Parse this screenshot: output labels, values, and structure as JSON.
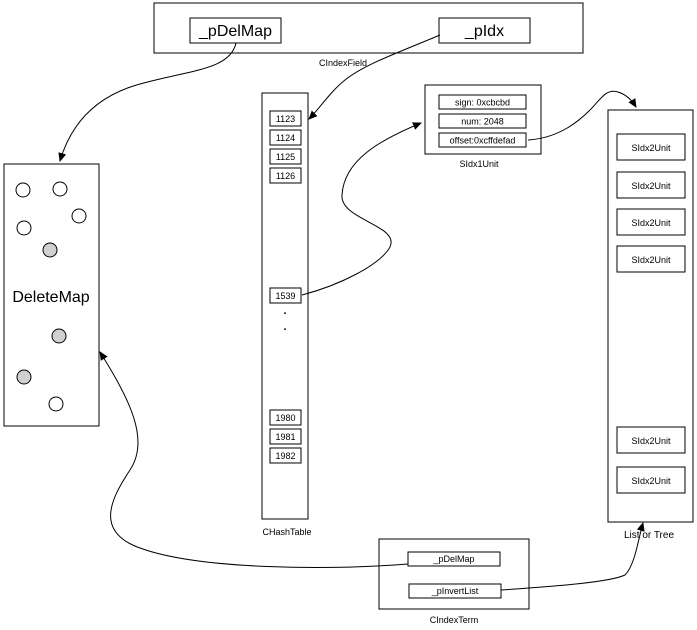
{
  "index_field": {
    "caption": "CIndexField",
    "pdelmap_label": "_pDelMap",
    "pidx_label": "_pIdx"
  },
  "delete_map": {
    "label": "DeleteMap",
    "circles": [
      {
        "filled": false
      },
      {
        "filled": false
      },
      {
        "filled": false
      },
      {
        "filled": false
      },
      {
        "filled": true
      },
      {
        "filled": true
      },
      {
        "filled": true
      },
      {
        "filled": false
      }
    ]
  },
  "hash_table": {
    "caption": "CHashTable",
    "cells_top": [
      "1123",
      "1124",
      "1125",
      "1126"
    ],
    "cell_mid": "1539",
    "ellipsis": [
      ".",
      "."
    ],
    "cells_bottom": [
      "1980",
      "1981",
      "1982"
    ]
  },
  "sidx1": {
    "caption": "SIdx1Unit",
    "fields": [
      "sign: 0xcbcbd",
      "num: 2048",
      "offset:0xcffdefad"
    ]
  },
  "list_tree": {
    "caption": "List or Tree",
    "units": [
      "SIdx2Unit",
      "SIdx2Unit",
      "SIdx2Unit",
      "SIdx2Unit",
      "SIdx2Unit",
      "SIdx2Unit"
    ]
  },
  "index_term": {
    "caption": "CIndexTerm",
    "pdelmap_label": "_pDelMap",
    "pinvert_label": "_pInvertList"
  }
}
